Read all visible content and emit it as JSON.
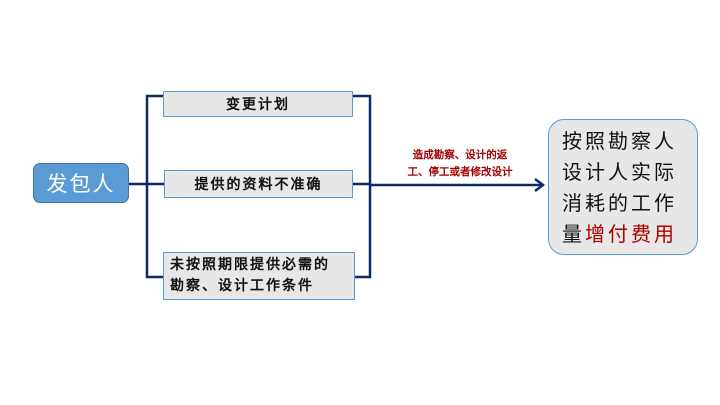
{
  "root": {
    "label": "发包人"
  },
  "causes": [
    {
      "lines": [
        "变更计划"
      ]
    },
    {
      "lines": [
        "提供的资料不准确"
      ]
    },
    {
      "lines": [
        "未按照期限提供必需的",
        "勘察、设计工作条件"
      ]
    }
  ],
  "edge_label": {
    "lines": [
      "造成勘察、设计的返",
      "工、停工或者修改设计"
    ]
  },
  "result": {
    "lines": [
      "按照勘察人",
      "设计人实际",
      "消耗的工作"
    ],
    "last_prefix": "量",
    "highlight": "增付费用"
  },
  "colors": {
    "root_fill": "#5b9bd5",
    "line": "#0f2a6b",
    "highlight": "#b00000"
  }
}
